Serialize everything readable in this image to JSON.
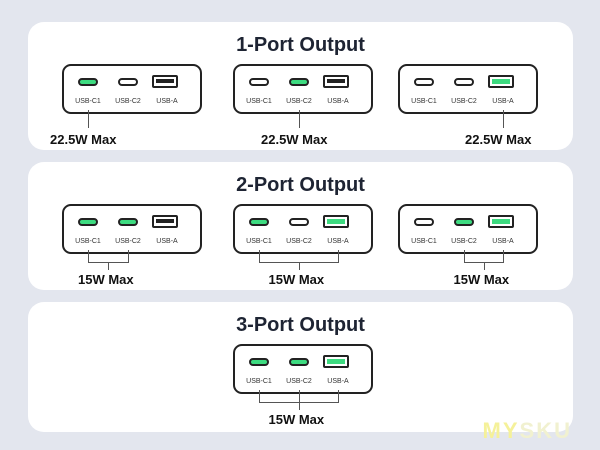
{
  "accent_color": "#3ddb80",
  "sections": [
    {
      "title": "1-Port Output",
      "configs": [
        {
          "ports": [
            "USB-C1",
            "USB-C2",
            "USB-A"
          ],
          "active": [
            true,
            false,
            false
          ],
          "power": "22.5W Max"
        },
        {
          "ports": [
            "USB-C1",
            "USB-C2",
            "USB-A"
          ],
          "active": [
            false,
            true,
            false
          ],
          "power": "22.5W Max"
        },
        {
          "ports": [
            "USB-C1",
            "USB-C2",
            "USB-A"
          ],
          "active": [
            false,
            false,
            true
          ],
          "power": "22.5W Max"
        }
      ]
    },
    {
      "title": "2-Port Output",
      "configs": [
        {
          "ports": [
            "USB-C1",
            "USB-C2",
            "USB-A"
          ],
          "active": [
            true,
            true,
            false
          ],
          "power": "15W Max"
        },
        {
          "ports": [
            "USB-C1",
            "USB-C2",
            "USB-A"
          ],
          "active": [
            true,
            false,
            true
          ],
          "power": "15W Max"
        },
        {
          "ports": [
            "USB-C1",
            "USB-C2",
            "USB-A"
          ],
          "active": [
            false,
            true,
            true
          ],
          "power": "15W Max"
        }
      ]
    },
    {
      "title": "3-Port Output",
      "configs": [
        {
          "ports": [
            "USB-C1",
            "USB-C2",
            "USB-A"
          ],
          "active": [
            true,
            true,
            true
          ],
          "power": "15W Max"
        }
      ]
    }
  ],
  "watermark": {
    "part1": "MY",
    "part2": "SKU"
  }
}
